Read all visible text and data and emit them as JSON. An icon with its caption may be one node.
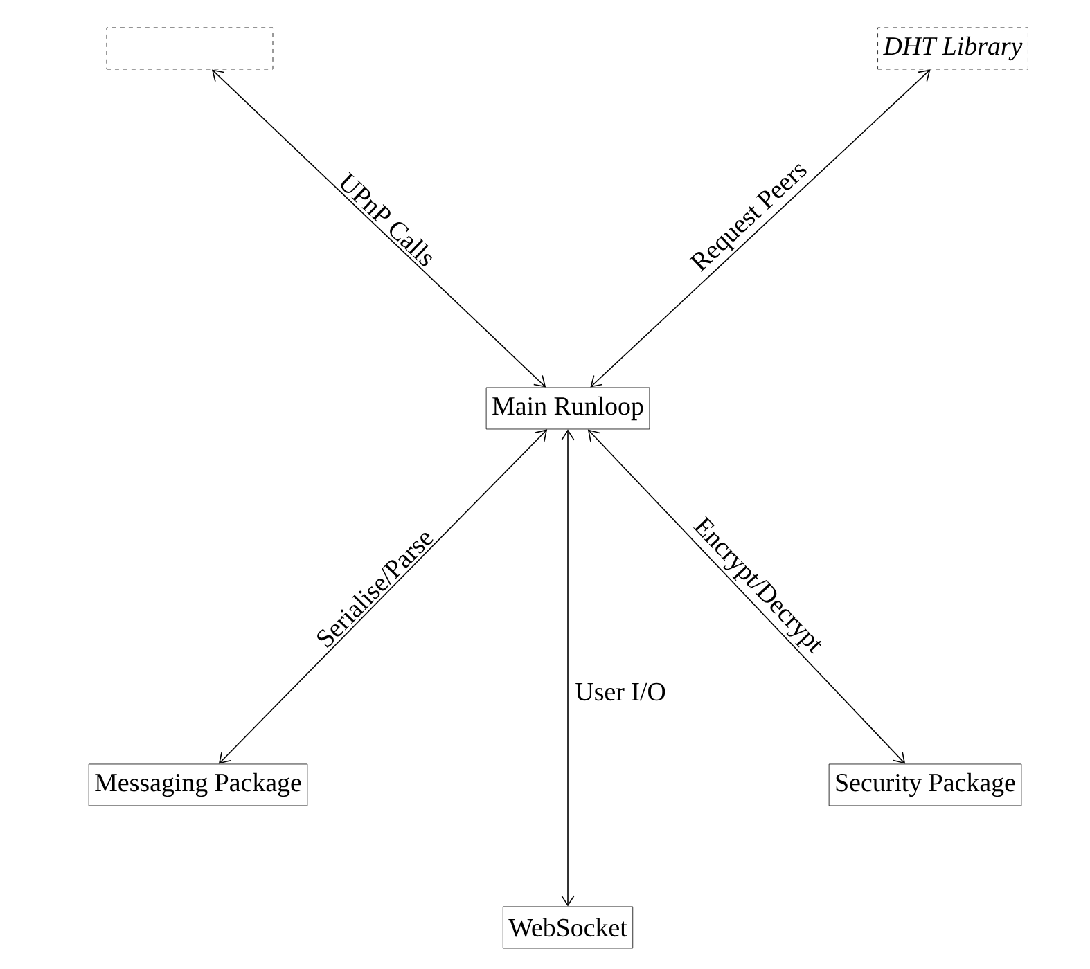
{
  "diagram": {
    "nodes": [
      {
        "text": [],
        "shape": "box"
      },
      {
        "text": [
          "DHT Library"
        ]
      },
      {
        "text": [
          "Main Runloop"
        ]
      },
      {
        "text": [
          "Messaging Package"
        ]
      },
      {
        "text": [
          "Security Package"
        ]
      },
      {
        "text": [
          "WebSocket"
        ]
      }
    ],
    "edges": [
      {
        "from": 2,
        "to": 0,
        "arrow": "both",
        "label": "UPnP Calls"
      },
      {
        "from": 2,
        "to": 1,
        "arrow": "both",
        "label": "Request Peers"
      },
      {
        "from": 3,
        "to": 2,
        "arrow": "both",
        "label": "Serialise/Parse"
      },
      {
        "from": 2,
        "to": 4,
        "arrow": "both",
        "label": "Encrypt/Decrypt"
      },
      {
        "from": 2,
        "to": 5,
        "arrow": "both",
        "label": "User I/O"
      }
    ]
  }
}
